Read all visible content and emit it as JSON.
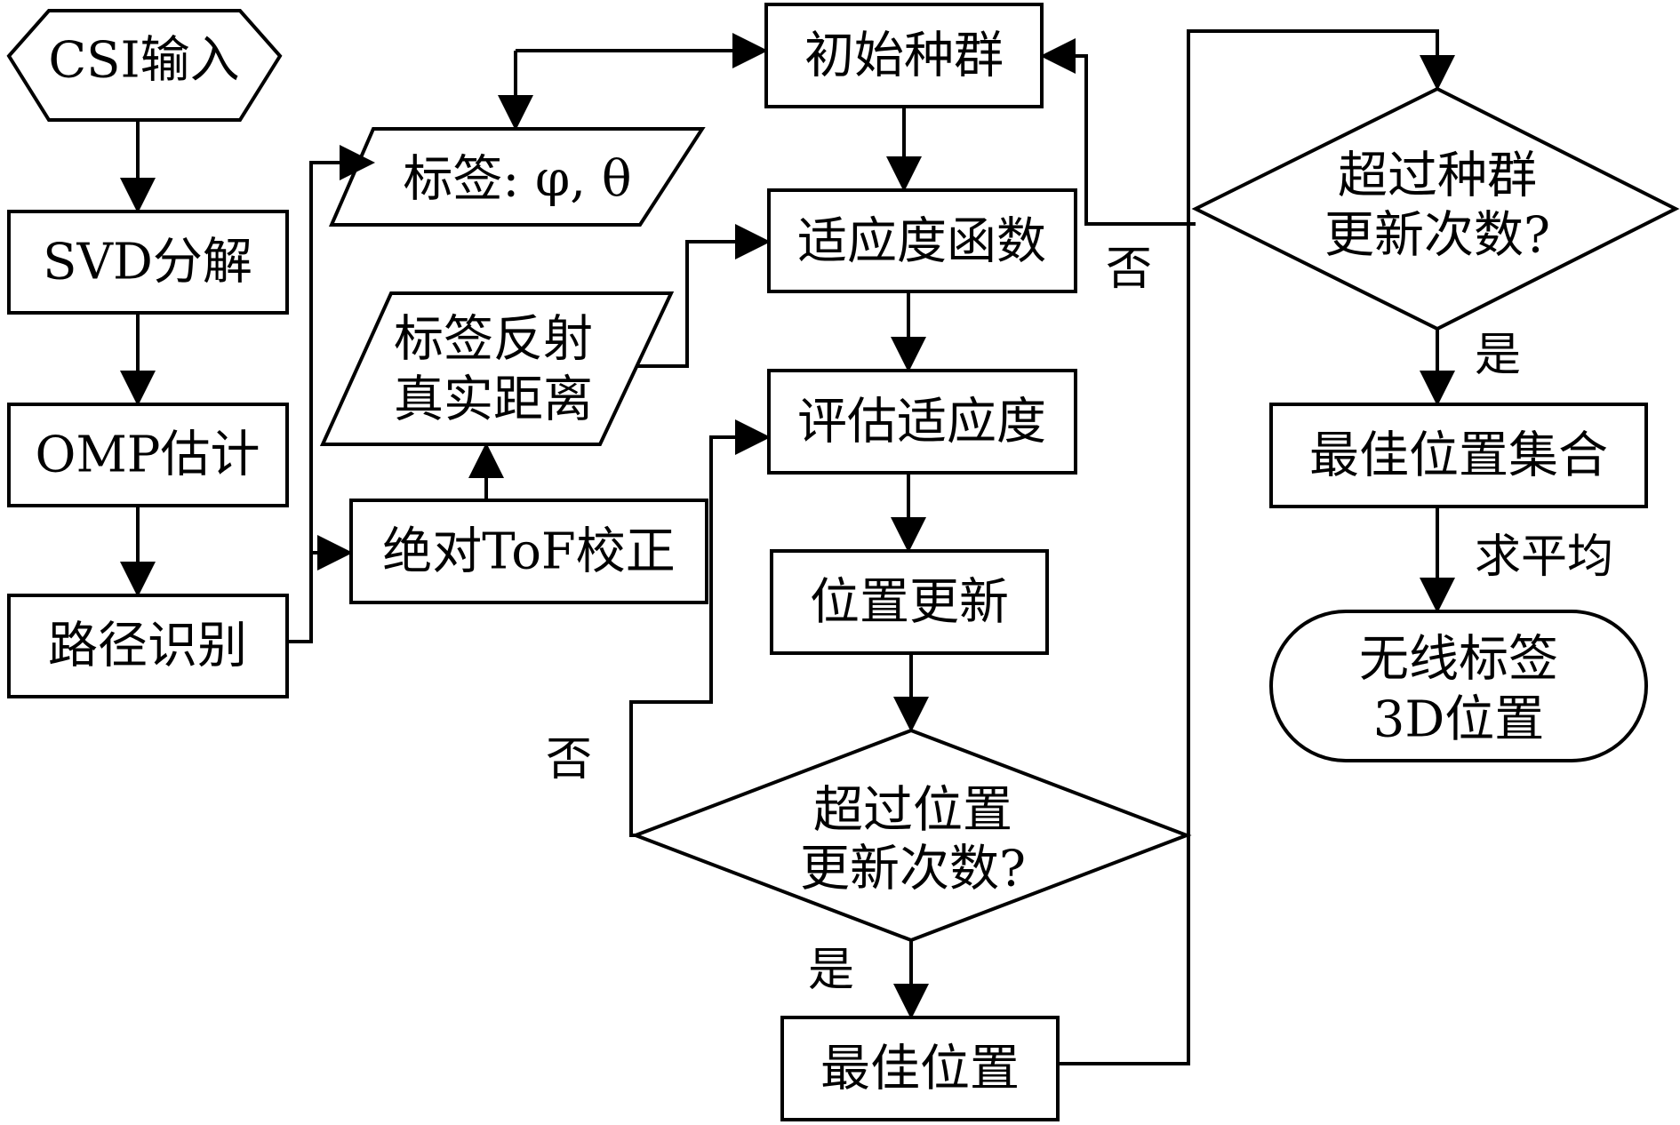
{
  "nodes": {
    "csi_input": "CSI输入",
    "svd": "SVD分解",
    "omp": "OMP估计",
    "path_id": "路径识别",
    "tof": "绝对ToF校正",
    "label_angle": "标签: φ, θ",
    "reflect_line1": "标签反射",
    "reflect_line2": "真实距离",
    "init_pop": "初始种群",
    "fitness_fn": "适应度函数",
    "eval_fitness": "评估适应度",
    "pos_update": "位置更新",
    "dec_pos_line1": "超过位置",
    "dec_pos_line2": "更新次数?",
    "best_pos": "最佳位置",
    "dec_pop_line1": "超过种群",
    "dec_pop_line2": "更新次数?",
    "best_set": "最佳位置集合",
    "result_line1": "无线标签",
    "result_line2": "3D位置"
  },
  "edges": {
    "no_pos": "否",
    "yes_pos": "是",
    "no_pop": "否",
    "yes_pop": "是",
    "average": "求平均"
  }
}
